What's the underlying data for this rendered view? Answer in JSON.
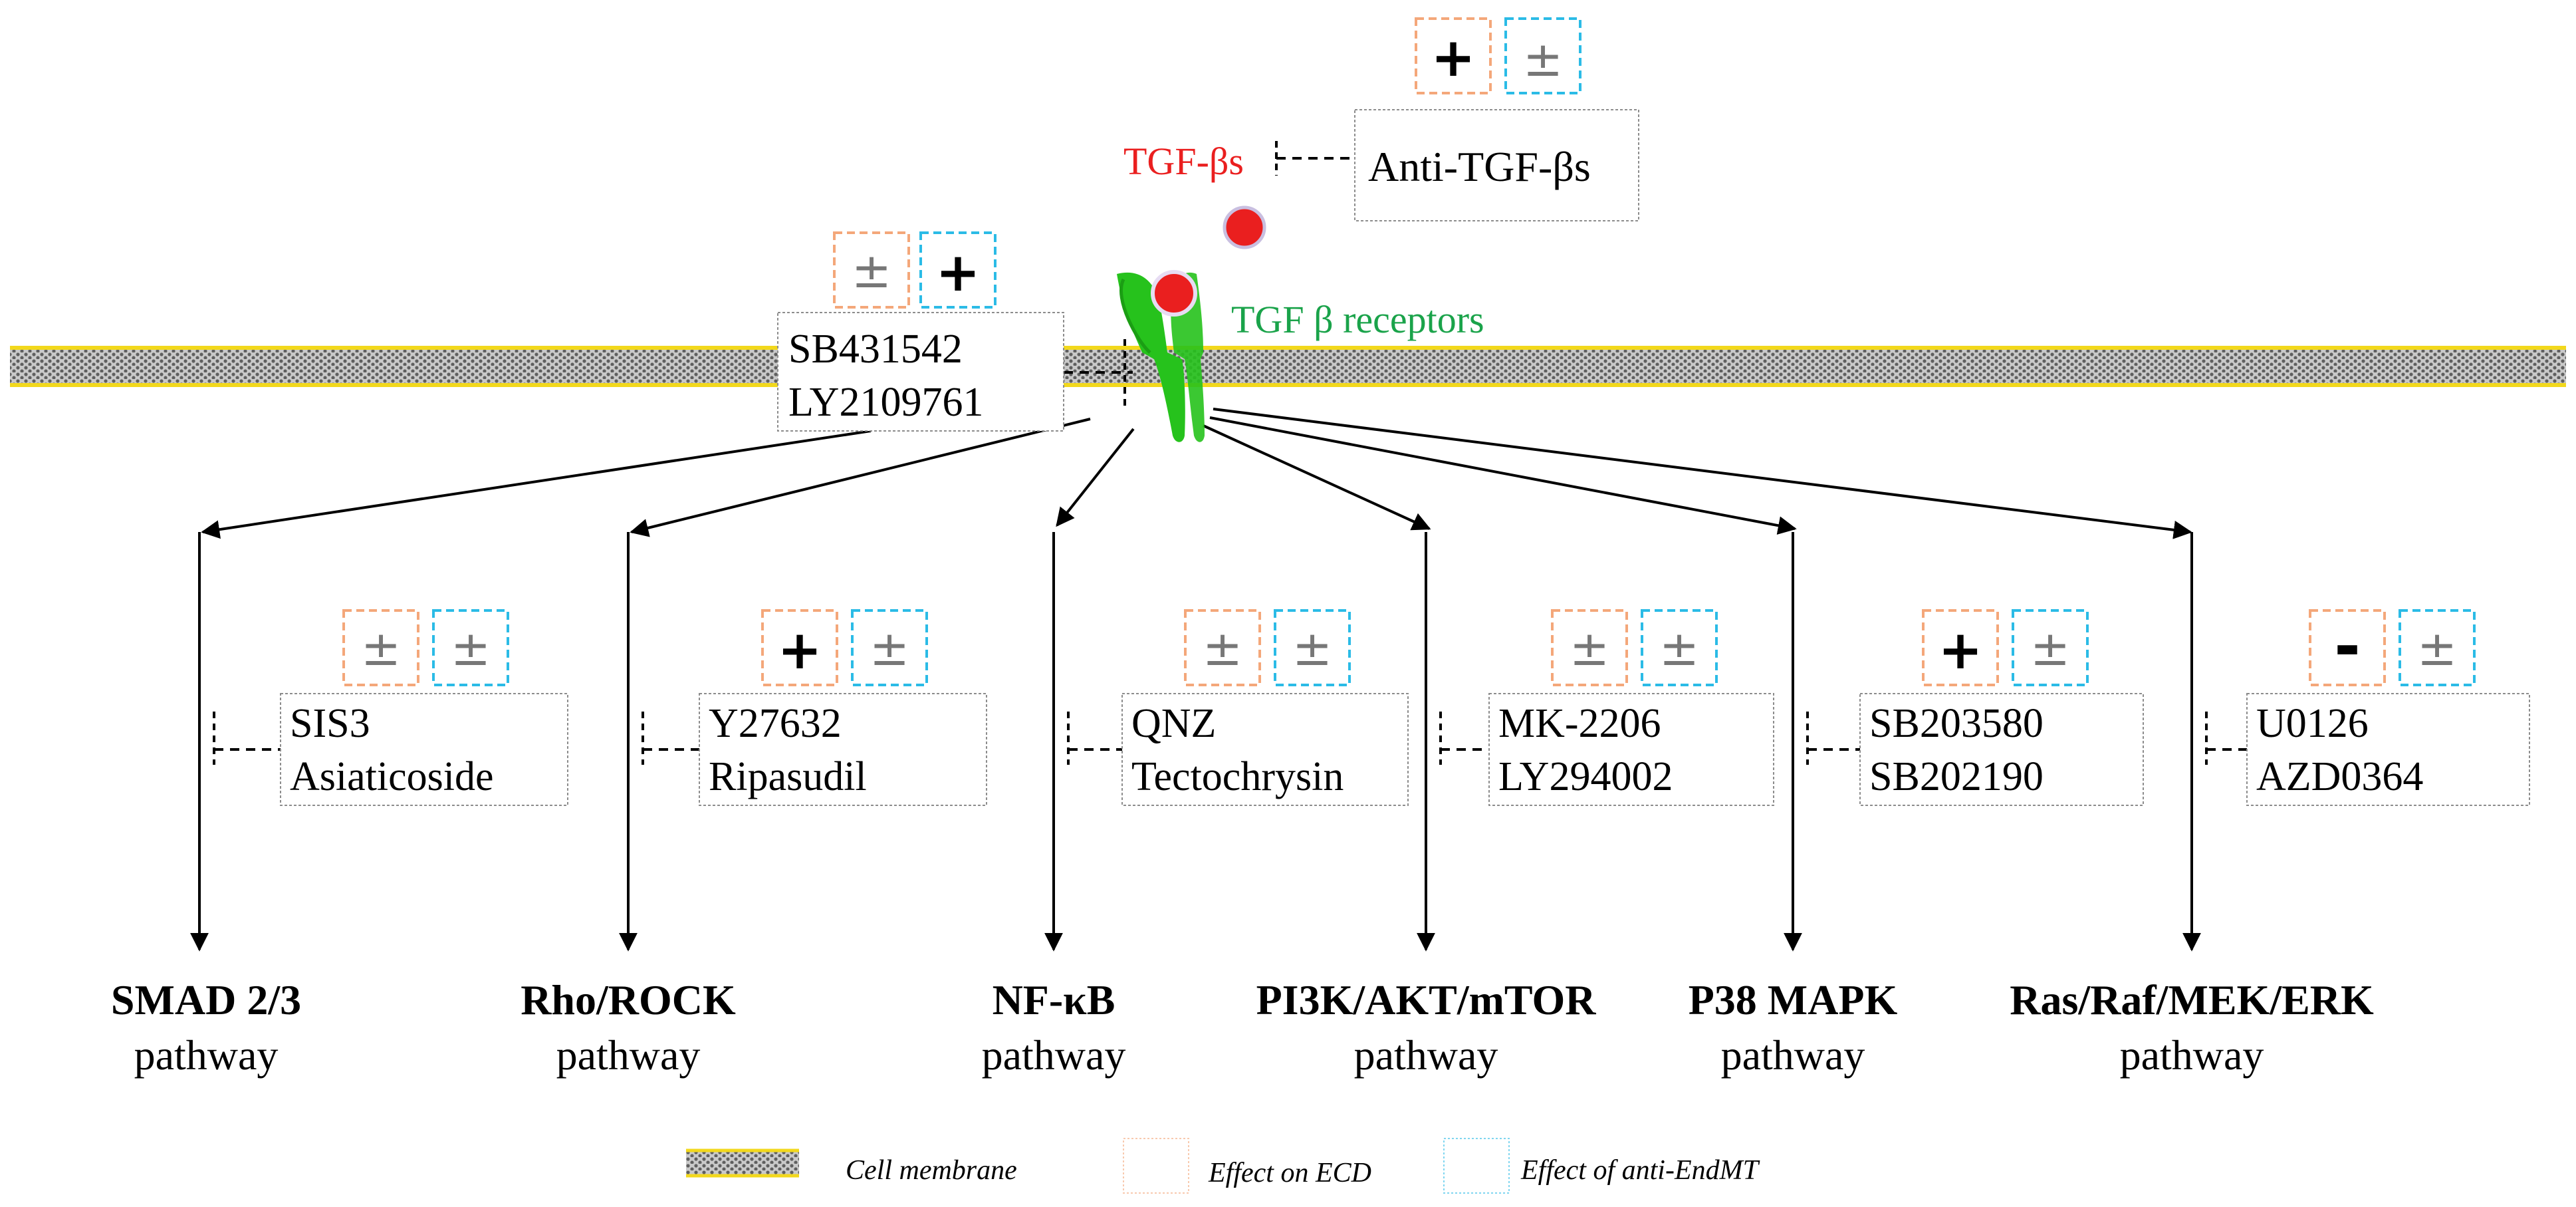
{
  "colors": {
    "membrane_line": "#f2d81c",
    "membrane_dots": "#6f6f6f",
    "ligand": "#ea1f1f",
    "receptor": "#26c21c",
    "receptor_text": "#1aa34a",
    "ligand_text": "#ea1f1f",
    "ecd_box": "#f4a77a",
    "endmt_box": "#2bbbe6",
    "box_border": "#8d8d8d",
    "text": "#000000",
    "pm_symbol": "#777777"
  },
  "ligand": {
    "label": "TGF-βs"
  },
  "receptor": {
    "label": "TGF β receptors"
  },
  "anti_tgf": {
    "label": "Anti-TGF-βs",
    "ecd": "+",
    "endmt": "±"
  },
  "receptor_inhibitors": {
    "drugs": [
      "SB431542",
      "LY2109761"
    ],
    "ecd": "±",
    "endmt": "+"
  },
  "pathways": [
    {
      "name": "SMAD 2/3",
      "suffix": "pathway",
      "drugs": [
        "SIS3",
        "Asiaticoside"
      ],
      "ecd": "±",
      "endmt": "±"
    },
    {
      "name": "Rho/ROCK",
      "suffix": "pathway",
      "drugs": [
        "Y27632",
        "Ripasudil"
      ],
      "ecd": "+",
      "endmt": "±"
    },
    {
      "name": "NF-κB",
      "suffix": "pathway",
      "drugs": [
        "QNZ",
        "Tectochrysin"
      ],
      "ecd": "±",
      "endmt": "±"
    },
    {
      "name": "PI3K/AKT/mTOR",
      "suffix": "pathway",
      "drugs": [
        "MK-2206",
        "LY294002"
      ],
      "ecd": "±",
      "endmt": "±"
    },
    {
      "name": "P38 MAPK",
      "suffix": "pathway",
      "drugs": [
        "SB203580",
        "SB202190"
      ],
      "ecd": "+",
      "endmt": "±"
    },
    {
      "name": "Ras/Raf/MEK/ERK",
      "suffix": "pathway",
      "drugs": [
        "U0126",
        "AZD0364"
      ],
      "ecd": "-",
      "endmt": "±"
    }
  ],
  "legend": {
    "membrane": "Cell membrane",
    "ecd": "Effect on ECD",
    "endmt": "Effect of anti-EndMT"
  }
}
